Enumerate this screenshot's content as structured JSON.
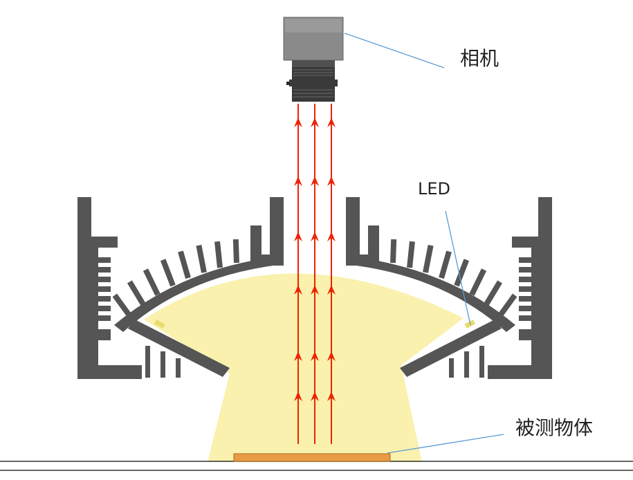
{
  "labels": {
    "camera": "相机",
    "led": "LED",
    "object": "被测物体"
  },
  "colors": {
    "heatsink": "#555555",
    "light": "#f8f0a6",
    "arrow": "#ee2200",
    "object": "#e99a45",
    "leader": "#5b9bd5",
    "ground": "#333333",
    "camera_body": "#8a8a8a",
    "lens": "#3a3a3a"
  },
  "icons": {
    "camera": "camera-icon",
    "heatsink": "heatsink-icon",
    "ray": "up-arrow-icon"
  }
}
